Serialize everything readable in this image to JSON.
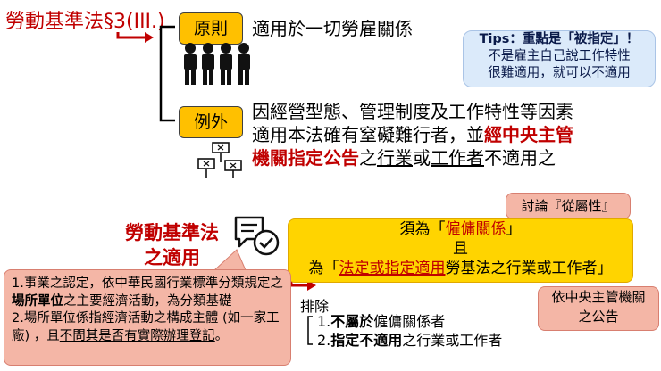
{
  "law_title": "勞動基準法§3(III.)",
  "principle": {
    "tag": "原則",
    "text": "適用於一切勞雇關係"
  },
  "exception": {
    "tag": "例外",
    "line1": "因經營型態、管理制度及工作特性等因素",
    "line2_a": "適用本法確有窒礙難行者，並",
    "line2_b": "經中央主管",
    "line3_a": "機關指定公告",
    "line3_b": "之",
    "line3_c": "行業",
    "line3_d": "或",
    "line3_e": "工作者",
    "line3_f": "不適用之"
  },
  "tips": {
    "title": "Tips：重點是「被指定」！",
    "line2": "不是雇主自己說工作特性",
    "line3": "很難適用，就可以不適用"
  },
  "scope": {
    "line1": "勞動基準法",
    "line2": "之適用"
  },
  "discussion": "討論『從屬性』",
  "requirement": {
    "l1_a": "須為「",
    "l1_b": "僱傭關係",
    "l1_c": "」",
    "l2": "且",
    "l3_a": "為「",
    "l3_b": "法定或指定適用",
    "l3_c": "勞基法之行業或工作者」"
  },
  "central_notice": {
    "line1": "依中央主管機關",
    "line2": "之公告"
  },
  "recognition": {
    "p1_a": "1.事業之認定，依中華民國行業標準分類規定之",
    "p1_b": "場所單位",
    "p1_c": "之主要經濟活動，為分類基礎",
    "p2_a": "2.場所單位係指經濟活動之構成主體 (如一家工廠) ，且",
    "p2_b": "不問其是否有實際辦理登記",
    "p2_c": "。"
  },
  "exclusion": {
    "title": "排除",
    "item1_a": "1.",
    "item1_b": "不屬於",
    "item1_c": "僱傭關係者",
    "item2_a": "2.",
    "item2_b": "指定不適用",
    "item2_c": "之行業或工作者"
  },
  "colors": {
    "accent_red": "#c00000",
    "tag_yellow": "#ffc000",
    "tips_blue": "#dbeafa",
    "pink": "#f4b6a6"
  }
}
